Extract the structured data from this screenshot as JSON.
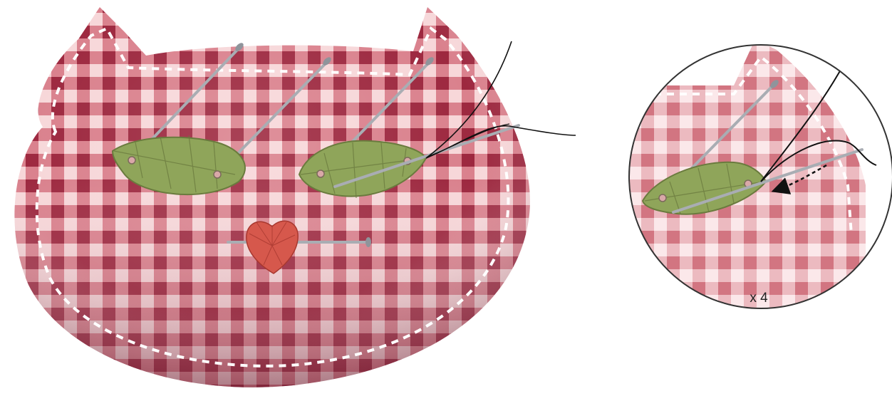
{
  "illustration": {
    "main": {
      "subject": "cat-face-cushion",
      "fabric": "gingham",
      "features": [
        "left-eye-leaf",
        "right-eye-leaf",
        "heart-nose",
        "pins",
        "stitching-thread"
      ]
    },
    "detail_view": {
      "subject": "leaf-eye-closeup",
      "multiplier_label": "x 4"
    }
  },
  "colors": {
    "gingham_base": "#f7d7d9",
    "gingham_band": "#c33a4e",
    "gingham_cross": "#8d1730",
    "leaf": "#8fa55a",
    "leaf_vein": "#6a7b3e",
    "nose": "#d6584c",
    "pin": "#a9adb3",
    "thread": "#111111",
    "stitch": "#ffffff"
  }
}
